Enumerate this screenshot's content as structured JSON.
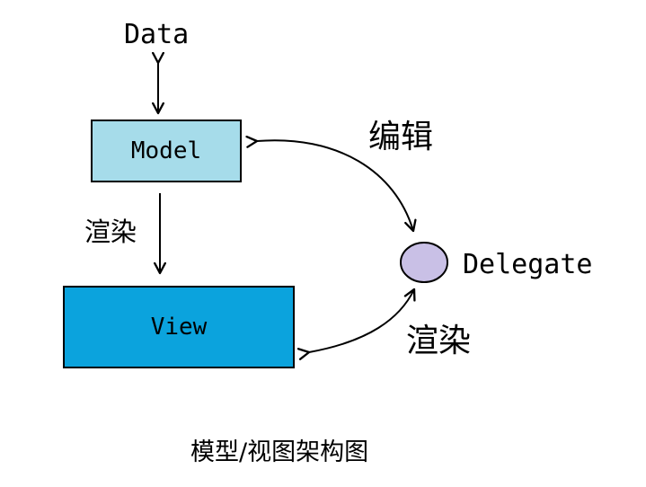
{
  "diagram": {
    "data_label": "Data",
    "model_label": "Model",
    "view_label": "View",
    "delegate_label": "Delegate",
    "render_label_left": "渲染",
    "edit_label": "编辑",
    "render_label_right": "渲染",
    "caption": "模型/视图架构图"
  },
  "colors": {
    "model_fill": "#a6dcea",
    "view_fill": "#0ba3dd",
    "delegate_fill": "#c9c0e6",
    "stroke": "#000000"
  }
}
